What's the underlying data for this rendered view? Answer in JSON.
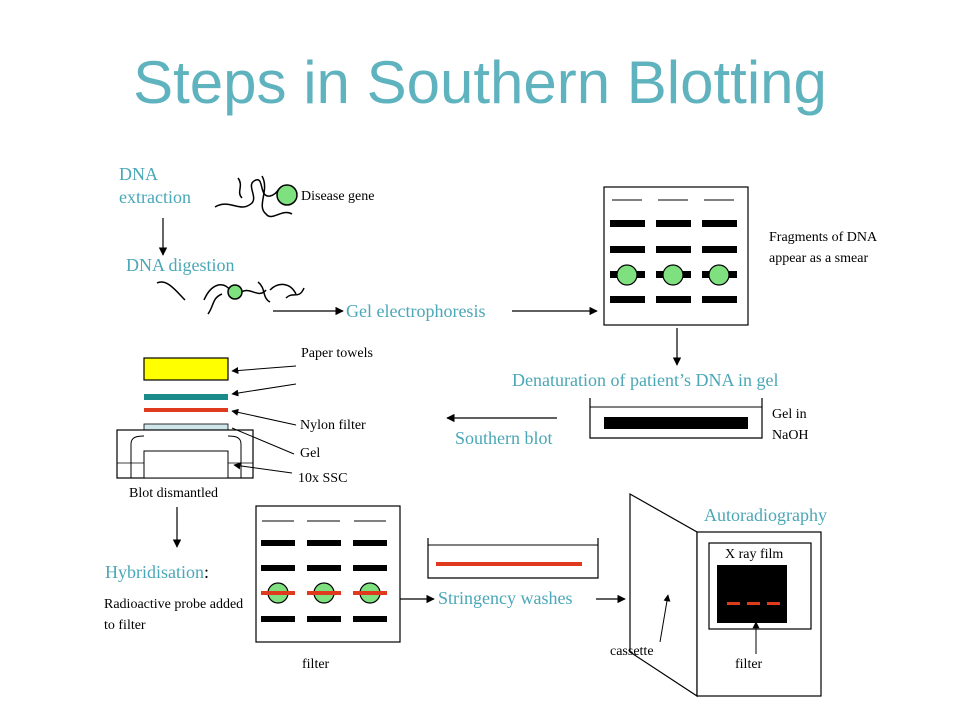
{
  "title": "Steps in Southern Blotting",
  "steps": {
    "dna_extraction": "DNA extraction",
    "dna_digestion": "DNA digestion",
    "gel_electrophoresis": "Gel electrophoresis",
    "denaturation": "Denaturation of patient’s DNA in gel",
    "southern_blot": "Southern blot",
    "hybridisation": "Hybridisation",
    "hybridisation_colon": ":",
    "stringency_washes": "Stringency washes",
    "autoradiography": "Autoradiography"
  },
  "labels": {
    "disease_gene": "Disease gene",
    "fragments": "Fragments of DNA appear as a smear",
    "paper_towels": "Paper towels",
    "nylon_filter": "Nylon filter",
    "gel": "Gel",
    "ssc": "10x SSC",
    "gel_in_naoh": "Gel in NaOH",
    "blot_dismantled": "Blot dismantled",
    "radioactive_probe": "Radioactive probe added to filter",
    "filter_left": "filter",
    "x_ray_film": "X ray film",
    "cassette": "cassette",
    "filter_right": "filter"
  },
  "colors": {
    "title": "#5fb3bf",
    "step_text": "#4aa7b7",
    "green_spot": "#7fe07f",
    "probe_red": "#e03a1e",
    "paper_yellow": "#ffff00",
    "nylon_teal": "#1b8a8a",
    "gel_blue": "#cfe6ea"
  }
}
